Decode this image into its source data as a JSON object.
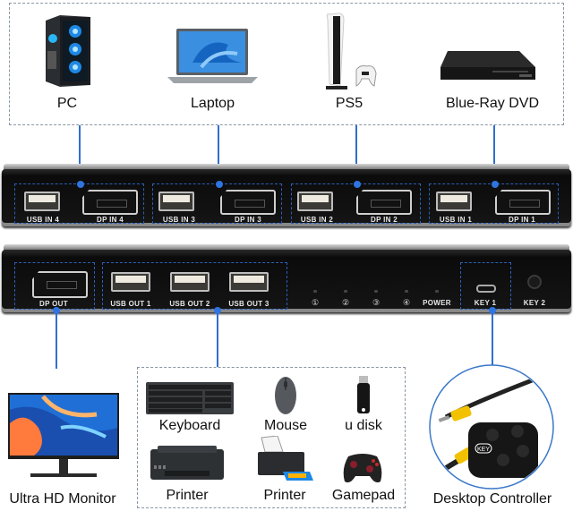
{
  "sources": {
    "items": [
      {
        "label": "PC",
        "icon": "pc-tower-icon"
      },
      {
        "label": "Laptop",
        "icon": "laptop-icon"
      },
      {
        "label": "PS5",
        "icon": "ps5-console-icon"
      },
      {
        "label": "Blue-Ray DVD",
        "icon": "bluray-player-icon"
      }
    ]
  },
  "input_panel": {
    "groups": [
      {
        "usb": "USB IN 4",
        "dp": "DP IN 4"
      },
      {
        "usb": "USB IN 3",
        "dp": "DP IN 3"
      },
      {
        "usb": "USB IN 2",
        "dp": "DP IN 2"
      },
      {
        "usb": "USB IN 1",
        "dp": "DP IN 1"
      }
    ]
  },
  "output_panel": {
    "dp_out": "DP OUT",
    "usb_outs": [
      "USB OUT 1",
      "USB OUT 2",
      "USB OUT 3"
    ],
    "leds": [
      "①",
      "②",
      "③",
      "④"
    ],
    "power": "POWER",
    "key1": "KEY 1",
    "key2": "KEY 2"
  },
  "outputs": {
    "monitor": {
      "label": "Ultra HD Monitor",
      "icon": "monitor-icon"
    },
    "peripherals": [
      {
        "label": "Keyboard",
        "icon": "keyboard-icon"
      },
      {
        "label": "Mouse",
        "icon": "mouse-icon"
      },
      {
        "label": "u disk",
        "icon": "usb-drive-icon"
      },
      {
        "label": "Printer",
        "icon": "printer-icon"
      },
      {
        "label": "Printer",
        "icon": "photo-printer-icon"
      },
      {
        "label": "Gamepad",
        "icon": "gamepad-icon"
      }
    ],
    "controller": {
      "label": "Desktop Controller",
      "icon": "desktop-controller-icon",
      "key_text": "KEY"
    }
  },
  "colors": {
    "connector_line": "#2f6fd1",
    "dash_box": "#8a96a3",
    "port_dash": "#2b5fb8",
    "kvm_body": "#111111",
    "controller_cable_accent": "#f2c200"
  }
}
